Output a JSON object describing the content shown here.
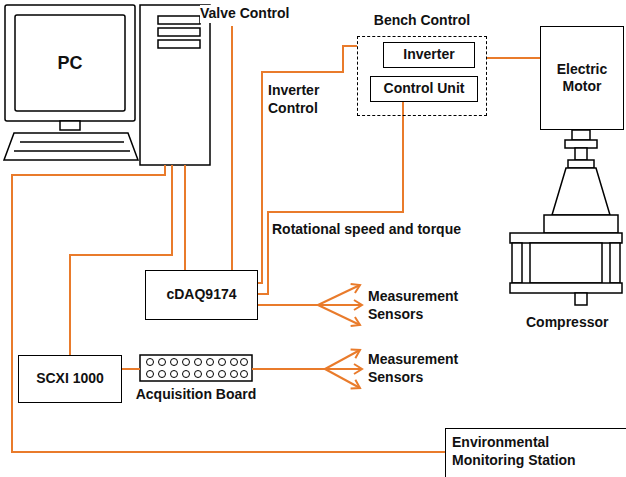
{
  "diagram": {
    "nodes": [
      {
        "text": [
          "PC"
        ]
      },
      {
        "text": [
          "Bench Control"
        ]
      },
      {
        "text": [
          "Inverter"
        ],
        "in": 1
      },
      {
        "text": [
          "Control Unit"
        ],
        "in": 1
      },
      {
        "text": [
          "Electric Motor"
        ]
      },
      {
        "text": [
          "cDAQ9174"
        ]
      },
      {
        "text": [
          "SCXI 1000"
        ]
      },
      {
        "text": [
          "Acquisition Board"
        ]
      },
      {
        "text": [
          "Environmental Monitoring Station"
        ]
      }
    ],
    "edges": [
      {
        "from": 0,
        "to": 5,
        "arrow": "none"
      },
      {
        "from": 0,
        "to": 6,
        "arrow": "none"
      },
      {
        "from": 0,
        "to": 8,
        "arrow": "none"
      },
      {
        "from": 5,
        "to": 1,
        "label": "Inverter Control",
        "arrow": "none"
      },
      {
        "from": 3,
        "to": 5,
        "label": "Rotational speed and torque",
        "arrow": "none"
      },
      {
        "from": 6,
        "to": 7,
        "arrow": "none"
      },
      {
        "from": 1,
        "to": 4,
        "arrow": "none"
      }
    ],
    "labels": [
      "Valve Control",
      "Measurement Sensors",
      "Measurement Sensors",
      "Compressor"
    ]
  }
}
